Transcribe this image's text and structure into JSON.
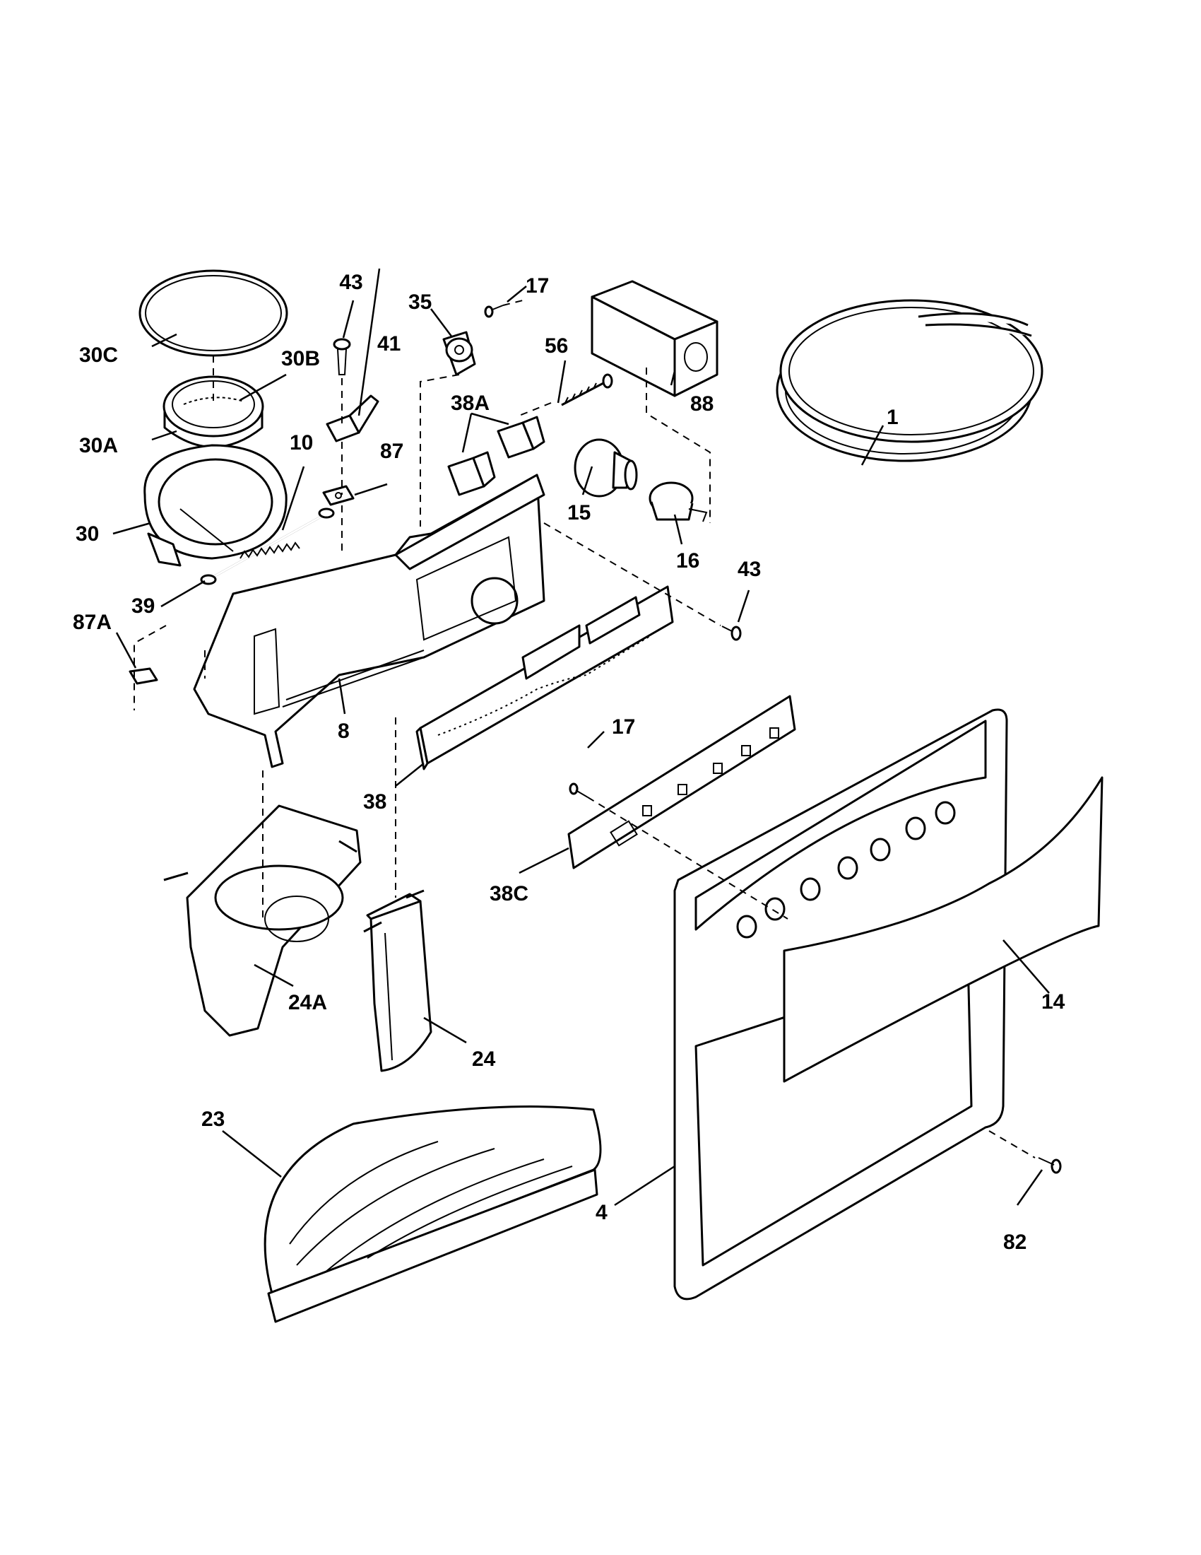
{
  "diagram": {
    "callouts": [
      "1",
      "4",
      "8",
      "10",
      "14",
      "15",
      "16",
      "17",
      "17",
      "23",
      "24",
      "24A",
      "30",
      "30A",
      "30B",
      "30C",
      "35",
      "38",
      "38A",
      "38C",
      "39",
      "41",
      "43",
      "43",
      "56",
      "82",
      "87",
      "87A",
      "88"
    ]
  },
  "labels": {
    "c_43a": "43",
    "c_17a": "17",
    "c_35": "35",
    "c_41": "41",
    "c_30c": "30C",
    "c_30b": "30B",
    "c_56": "56",
    "c_88": "88",
    "c_38a": "38A",
    "c_30a": "30A",
    "c_10": "10",
    "c_87": "87",
    "c_1": "1",
    "c_15": "15",
    "c_30": "30",
    "c_16": "16",
    "c_39": "39",
    "c_43b": "43",
    "c_87a": "87A",
    "c_8": "8",
    "c_17b": "17",
    "c_38": "38",
    "c_38c": "38C",
    "c_24a": "24A",
    "c_14": "14",
    "c_24": "24",
    "c_23": "23",
    "c_4": "4",
    "c_82": "82"
  }
}
